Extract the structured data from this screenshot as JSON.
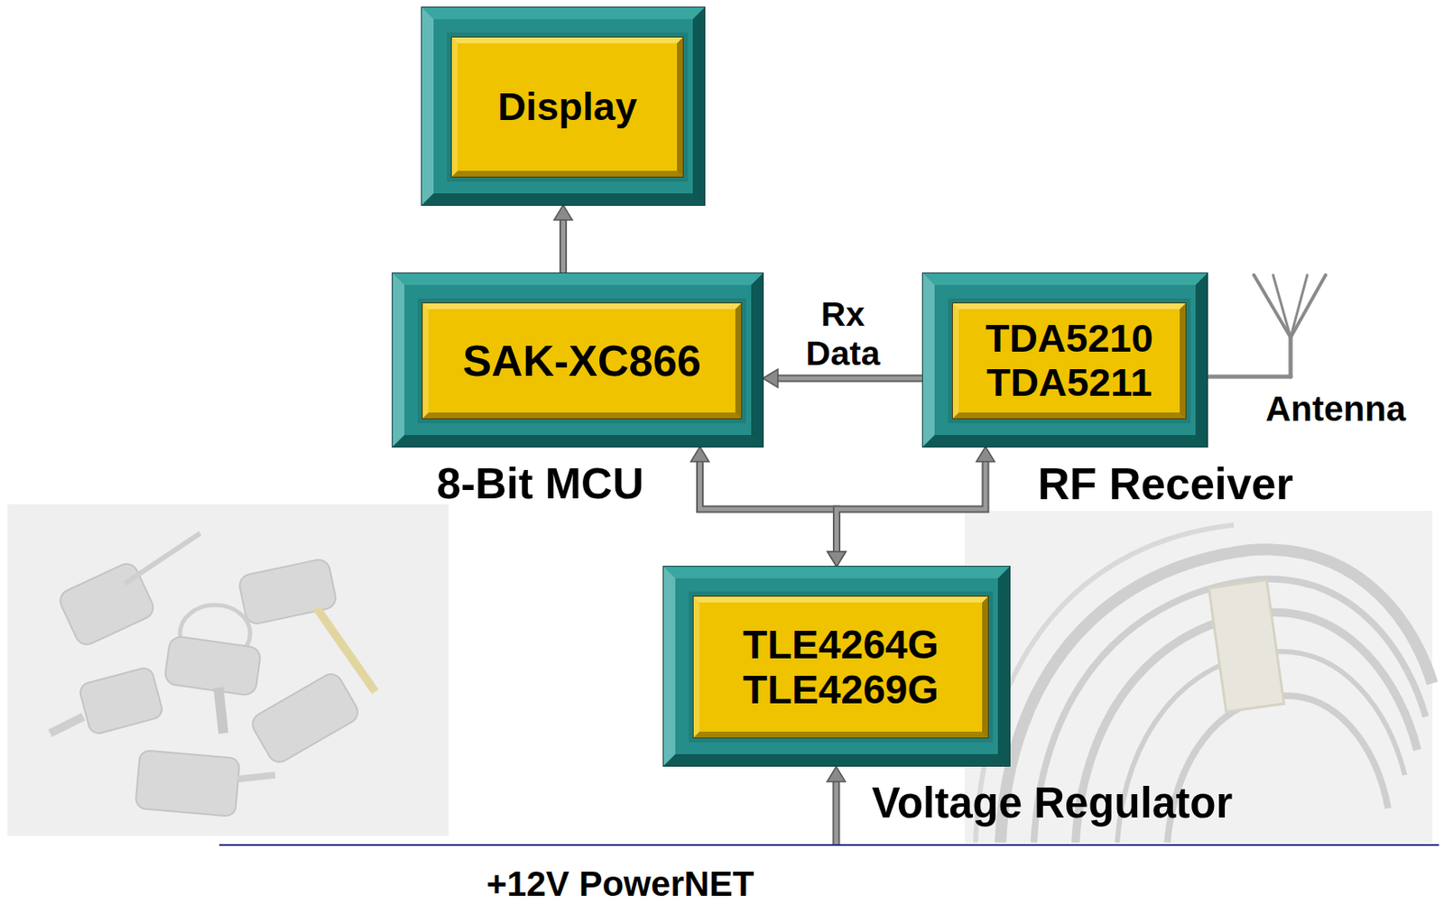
{
  "diagram": {
    "nodes": [
      {
        "text": [
          "Display"
        ]
      },
      {
        "text": [
          "SAK-XC866",
          "8-Bit MCU"
        ]
      },
      {
        "text": [
          "TDA5210 TDA5211",
          "RF Receiver"
        ]
      },
      {
        "text": [
          "TLE4264G TLE4269G",
          "Voltage Regulator"
        ]
      }
    ],
    "edges": [
      {
        "from": 1,
        "to": 0,
        "arrow": "to"
      },
      {
        "from": 2,
        "to": 1,
        "label": "Rx Data",
        "arrow": "to"
      },
      {
        "from": 3,
        "to": 1,
        "arrow": "both"
      },
      {
        "from": 3,
        "to": 2,
        "arrow": "both"
      }
    ],
    "labels": [
      "Antenna",
      "+12V PowerNET"
    ]
  }
}
